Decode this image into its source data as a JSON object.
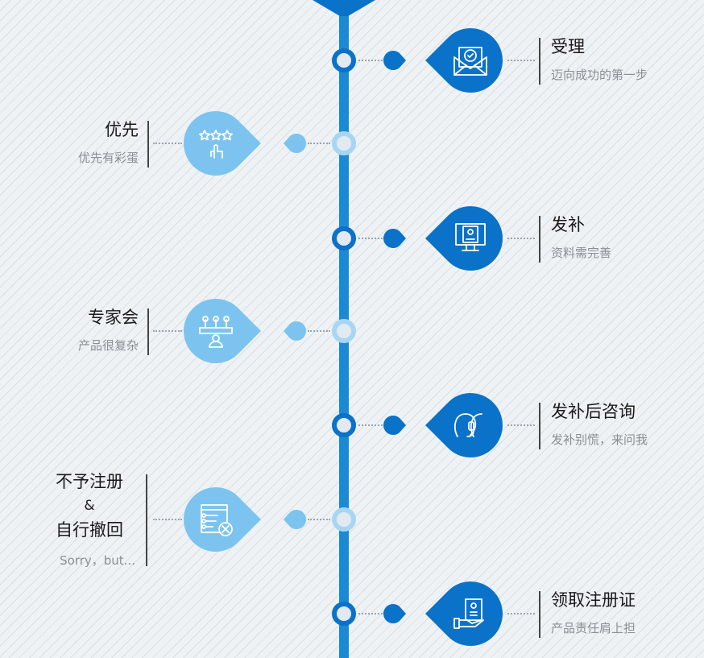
{
  "colors": {
    "primary": "#0a72c9",
    "light": "#7cc4ef",
    "line": "#1a8ad6"
  },
  "steps": [
    {
      "side": "right",
      "title": "受理",
      "subtitle": "迈向成功的第一步",
      "icon": "envelope-check-icon"
    },
    {
      "side": "left",
      "title": "优先",
      "subtitle": "优先有彩蛋",
      "icon": "stars-hand-icon"
    },
    {
      "side": "right",
      "title": "发补",
      "subtitle": "资料需完善",
      "icon": "monitor-document-icon"
    },
    {
      "side": "left",
      "title": "专家会",
      "subtitle": "产品很复杂",
      "icon": "meeting-icon"
    },
    {
      "side": "right",
      "title": "发补后咨询",
      "subtitle": "发补别慌，来问我",
      "icon": "headset-support-icon"
    },
    {
      "side": "left",
      "title": "不予注册",
      "title2": "&",
      "title3": "自行撤回",
      "subtitle": "Sorry，but...",
      "icon": "checklist-cancel-icon"
    },
    {
      "side": "right",
      "title": "领取注册证",
      "subtitle": "产品责任肩上担",
      "icon": "certificate-hand-icon"
    }
  ]
}
